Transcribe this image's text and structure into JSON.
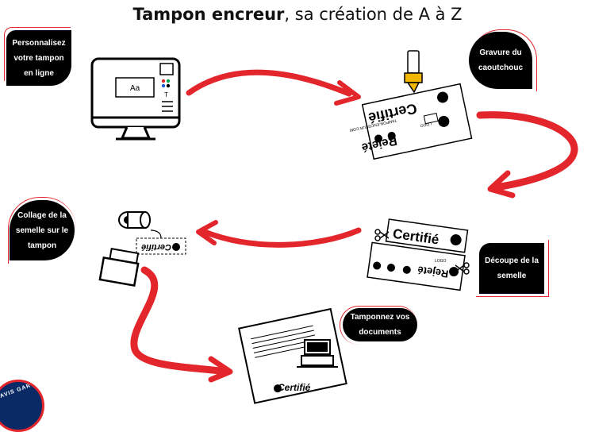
{
  "title": {
    "bold": "Tampon encreur",
    "rest": ", sa création de A à Z"
  },
  "steps": {
    "personnalisez": "Personnalisez votre tampon en ligne",
    "gravure": "Gravure du caoutchouc",
    "collage": "Collage de la semelle sur le tampon",
    "decoupe": "Découpe de la semelle",
    "tamponnez": "Tamponnez vos documents"
  },
  "illustrations": {
    "screen_text": "Aa",
    "sheet_certifie": "Certifié",
    "sheet_rejete": "Rejeté",
    "sheet_logo": "LOGO",
    "sheet_address": "TAMPON-ENCREUR.COM",
    "strip_certifie": "Certifié",
    "document_certifie": "Certifié"
  },
  "badge": {
    "text": "AVIS GAR"
  },
  "colors": {
    "accent": "#e3262b",
    "bubble": "#000000"
  }
}
